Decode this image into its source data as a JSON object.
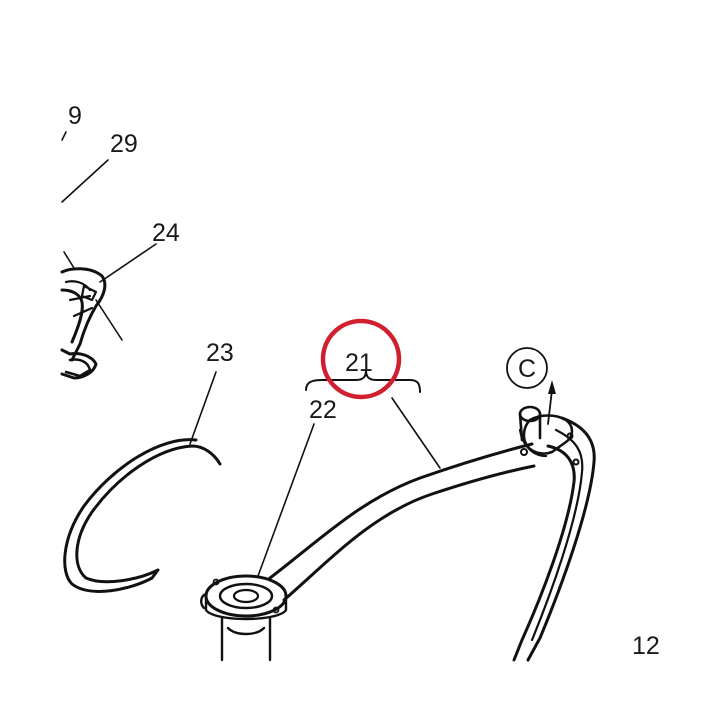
{
  "diagram": {
    "callouts": {
      "c9": "9",
      "c29": "29",
      "c24": "24",
      "c23": "23",
      "c21": "21",
      "c22": "22",
      "c12": "12",
      "cC": "C"
    },
    "highlight_color": "#d0202f",
    "line_color": "#111111"
  }
}
